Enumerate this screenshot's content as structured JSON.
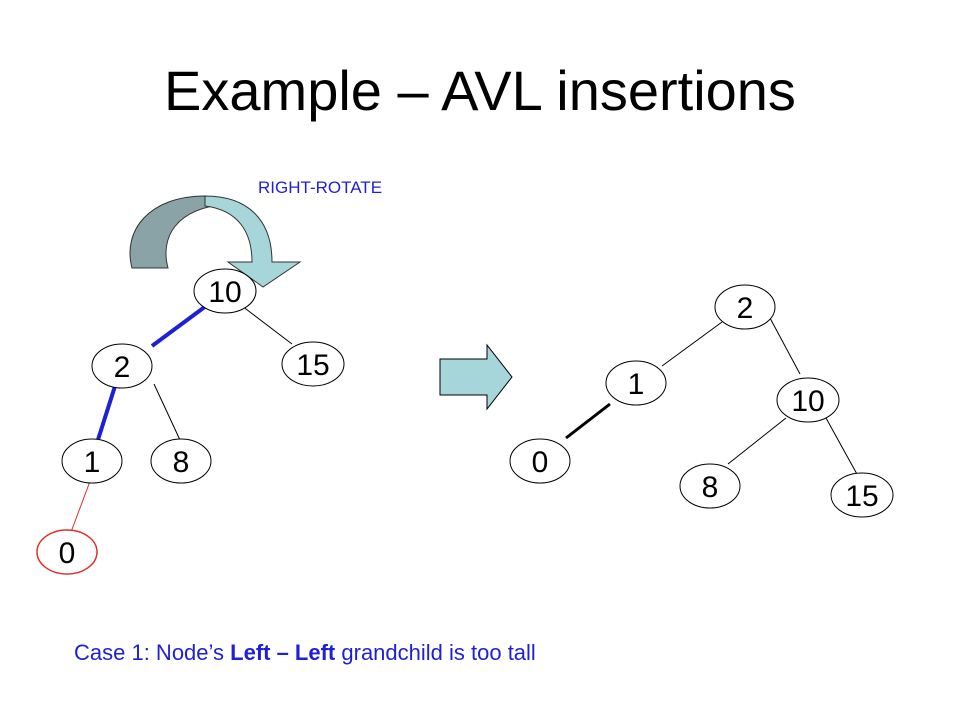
{
  "title": "Example – AVL insertions",
  "rotation_label": "RIGHT-ROTATE",
  "colors": {
    "highlight_edge": "#1f1fd6",
    "new_node": "#e0302a",
    "arrow_fill": "#a6d6da",
    "arrow_dark": "#8aa3a6",
    "caption_text": "#1f1fd6"
  },
  "before_tree": {
    "nodes": [
      "10",
      "15",
      "2",
      "1",
      "8",
      "0"
    ]
  },
  "after_tree": {
    "nodes": [
      "2",
      "1",
      "10",
      "0",
      "8",
      "15"
    ]
  },
  "caption": {
    "prefix": "Case 1: Node’s ",
    "emphasis": "Left – Left",
    "suffix": " grandchild is too tall"
  }
}
